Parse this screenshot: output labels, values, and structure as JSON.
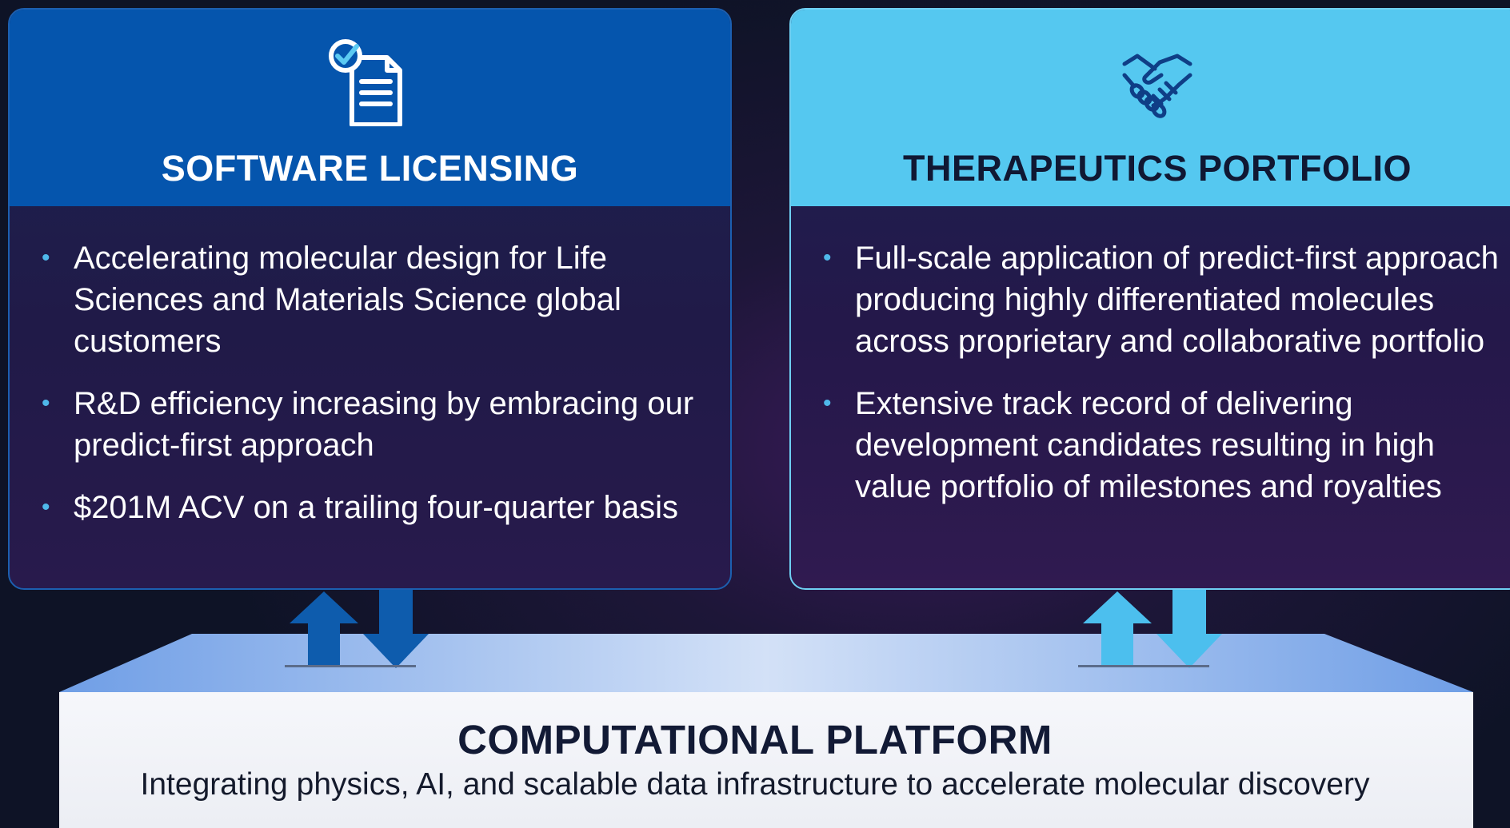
{
  "software_licensing": {
    "title": "SOFTWARE LICENSING",
    "icon": "document-checklist-icon",
    "bullets": [
      "Accelerating molecular design for Life Sciences and Materials Science global customers",
      "R&D efficiency increasing by embracing our predict-first approach",
      "$201M ACV on a trailing four-quarter basis"
    ]
  },
  "therapeutics_portfolio": {
    "title": "THERAPEUTICS PORTFOLIO",
    "icon": "handshake-icon",
    "bullets": [
      "Full-scale application of predict-first approach producing highly differentiated molecules across proprietary and collaborative portfolio",
      "Extensive track record of delivering development candidates resulting in high value portfolio of milestones and royalties"
    ]
  },
  "platform": {
    "title": "COMPUTATIONAL PLATFORM",
    "subtitle": "Integrating physics, AI, and scalable data infrastructure to accelerate molecular discovery"
  },
  "colors": {
    "licensing_blue": "#0555ad",
    "therapeutics_cyan": "#55c8f0",
    "bullet_dot": "#4fb8ea",
    "dark_text": "#121a35"
  }
}
